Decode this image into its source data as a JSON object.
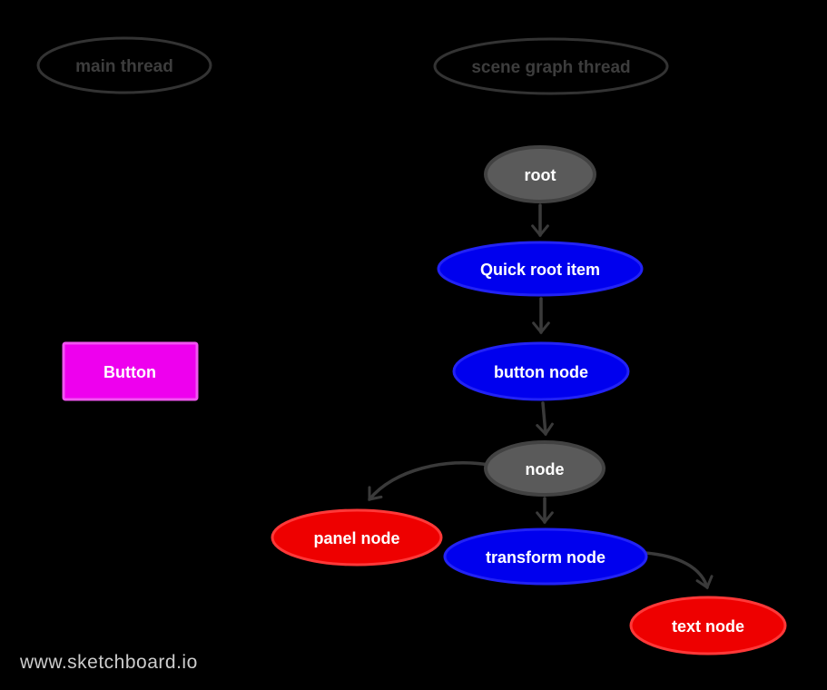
{
  "canvas": {
    "background": "#000000"
  },
  "watermark": {
    "text": "www.sketchboard.io",
    "color": "#cccccc"
  },
  "colors": {
    "gray_node": "#5a5a5a",
    "blue_node": "#0000ee",
    "red_node": "#ee0000",
    "magenta_button": "#ee00ee",
    "outline": "#333333",
    "outline_label": "#3d3d3d",
    "arrow": "#3a3a3a",
    "node_label": "#ffffff"
  },
  "groups": {
    "main_thread": {
      "label": "main thread"
    },
    "scene_graph_thread": {
      "label": "scene graph thread"
    }
  },
  "nodes": {
    "root": {
      "label": "root",
      "color": "gray"
    },
    "quick_root_item": {
      "label": "Quick root item",
      "color": "blue"
    },
    "button_node": {
      "label": "button node",
      "color": "blue"
    },
    "node": {
      "label": "node",
      "color": "gray"
    },
    "panel_node": {
      "label": "panel node",
      "color": "red"
    },
    "transform_node": {
      "label": "transform node",
      "color": "blue"
    },
    "text_node": {
      "label": "text node",
      "color": "red"
    }
  },
  "button": {
    "label": "Button"
  },
  "edges": [
    {
      "from": "root",
      "to": "quick_root_item"
    },
    {
      "from": "quick_root_item",
      "to": "button_node"
    },
    {
      "from": "button_node",
      "to": "node"
    },
    {
      "from": "node",
      "to": "panel_node"
    },
    {
      "from": "node",
      "to": "transform_node"
    },
    {
      "from": "transform_node",
      "to": "text_node"
    }
  ]
}
